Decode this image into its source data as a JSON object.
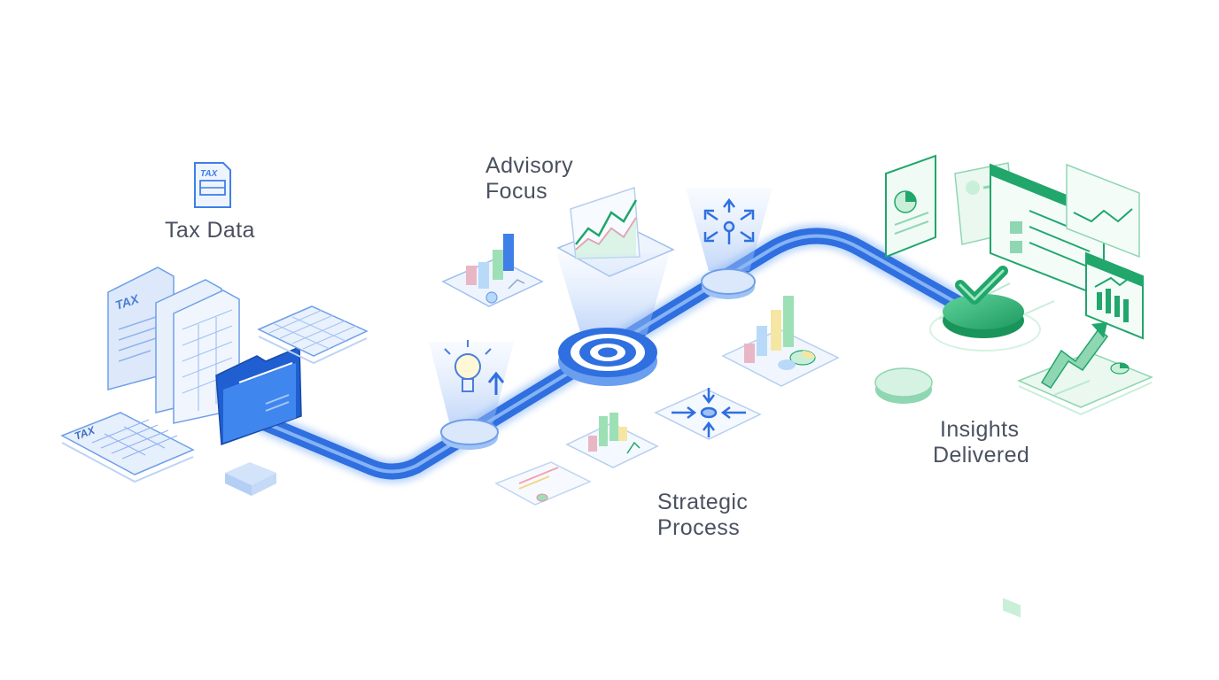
{
  "labels": {
    "tax_data": "Tax Data",
    "advisory_focus": [
      "Advisory",
      "Focus"
    ],
    "strategic_process": [
      "Strategic",
      "Process"
    ],
    "insights_delivered": [
      "Insights",
      "Delivered"
    ]
  },
  "document_tag": "TAX",
  "icons": [
    "tax-form-icon",
    "folder-icon",
    "spreadsheet-icon",
    "lightbulb-icon",
    "bar-chart-icon",
    "line-chart-icon",
    "target-icon",
    "expand-arrows-icon",
    "converge-arrows-icon",
    "pie-chart-icon",
    "checkmark-icon",
    "dashboard-icon",
    "trend-chart-icon"
  ],
  "colors": {
    "path_blue": "#2f6fe0",
    "accent_blue": "#3f7fe8",
    "light_blue": "#dbe8fb",
    "accent_green": "#21a66b",
    "light_green": "#d6f2e3",
    "text": "#4a5160"
  }
}
